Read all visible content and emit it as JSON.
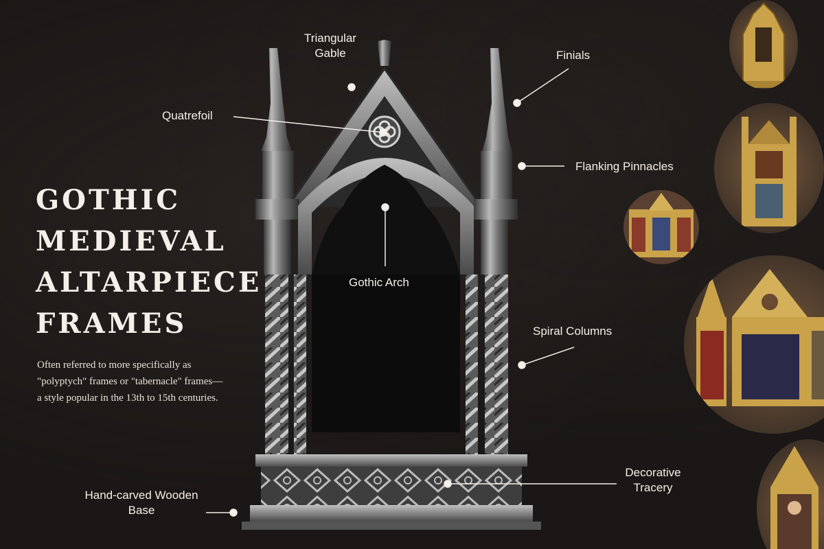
{
  "title": {
    "lines": [
      "Gothic",
      "Medieval",
      "Altarpiece",
      "Frames"
    ]
  },
  "description": {
    "line1": "Often referred to more specifically as",
    "line2": "\"polyptych\" frames or \"tabernacle\" frames—",
    "line3": "a style popular in the 13th to 15th centuries."
  },
  "labels": {
    "triangular_gable_1": "Triangular",
    "triangular_gable_2": "Gable",
    "finials": "Finials",
    "quatrefoil": "Quatrefoil",
    "flanking_pinnacles": "Flanking Pinnacles",
    "gothic_arch": "Gothic Arch",
    "spiral_columns": "Spiral Columns",
    "decorative_tracery_1": "Decorative",
    "decorative_tracery_2": "Tracery",
    "base_1": "Hand-carved Wooden",
    "base_2": "Base"
  },
  "colors": {
    "background": "#1a1716",
    "text": "#f4efe8",
    "frame_silver": "#9a9a9a",
    "gold": "#c9a24a"
  }
}
